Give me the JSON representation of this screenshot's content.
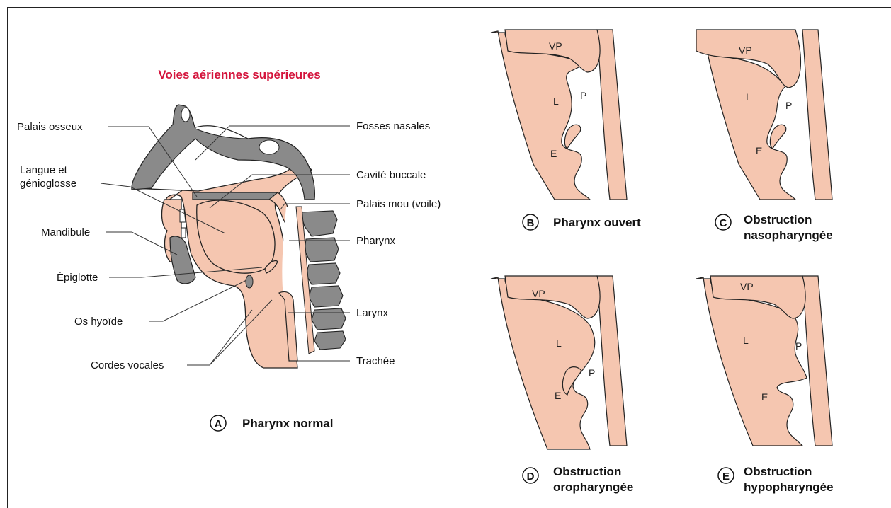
{
  "title": "Voies aériennes supérieures",
  "colors": {
    "tissue": "#f5c6b0",
    "bone": "#8a8a8a",
    "outline": "#222222",
    "title": "#d4143c"
  },
  "left_labels": {
    "palais_osseux": "Palais osseux",
    "langue_l1": "Langue et",
    "langue_l2": "génioglosse",
    "mandibule": "Mandibule",
    "epiglotte": "Épiglotte",
    "os_hyoide": "Os hyoïde",
    "cordes_vocales": "Cordes vocales"
  },
  "right_labels": {
    "fosses_nasales": "Fosses nasales",
    "cavite_buccale": "Cavité buccale",
    "palais_mou": "Palais mou (voile)",
    "pharynx": "Pharynx",
    "larynx": "Larynx",
    "trachee": "Trachée"
  },
  "panel_letters": {
    "vp": "VP",
    "l": "L",
    "p": "P",
    "e": "E"
  },
  "panels": {
    "A": {
      "letter": "A",
      "caption": "Pharynx normal"
    },
    "B": {
      "letter": "B",
      "caption": "Pharynx ouvert"
    },
    "C": {
      "letter": "C",
      "caption_l1": "Obstruction",
      "caption_l2": "nasopharyngée"
    },
    "D": {
      "letter": "D",
      "caption_l1": "Obstruction",
      "caption_l2": "oropharyngée"
    },
    "E": {
      "letter": "E",
      "caption_l1": "Obstruction",
      "caption_l2": "hypopharyngée"
    }
  }
}
